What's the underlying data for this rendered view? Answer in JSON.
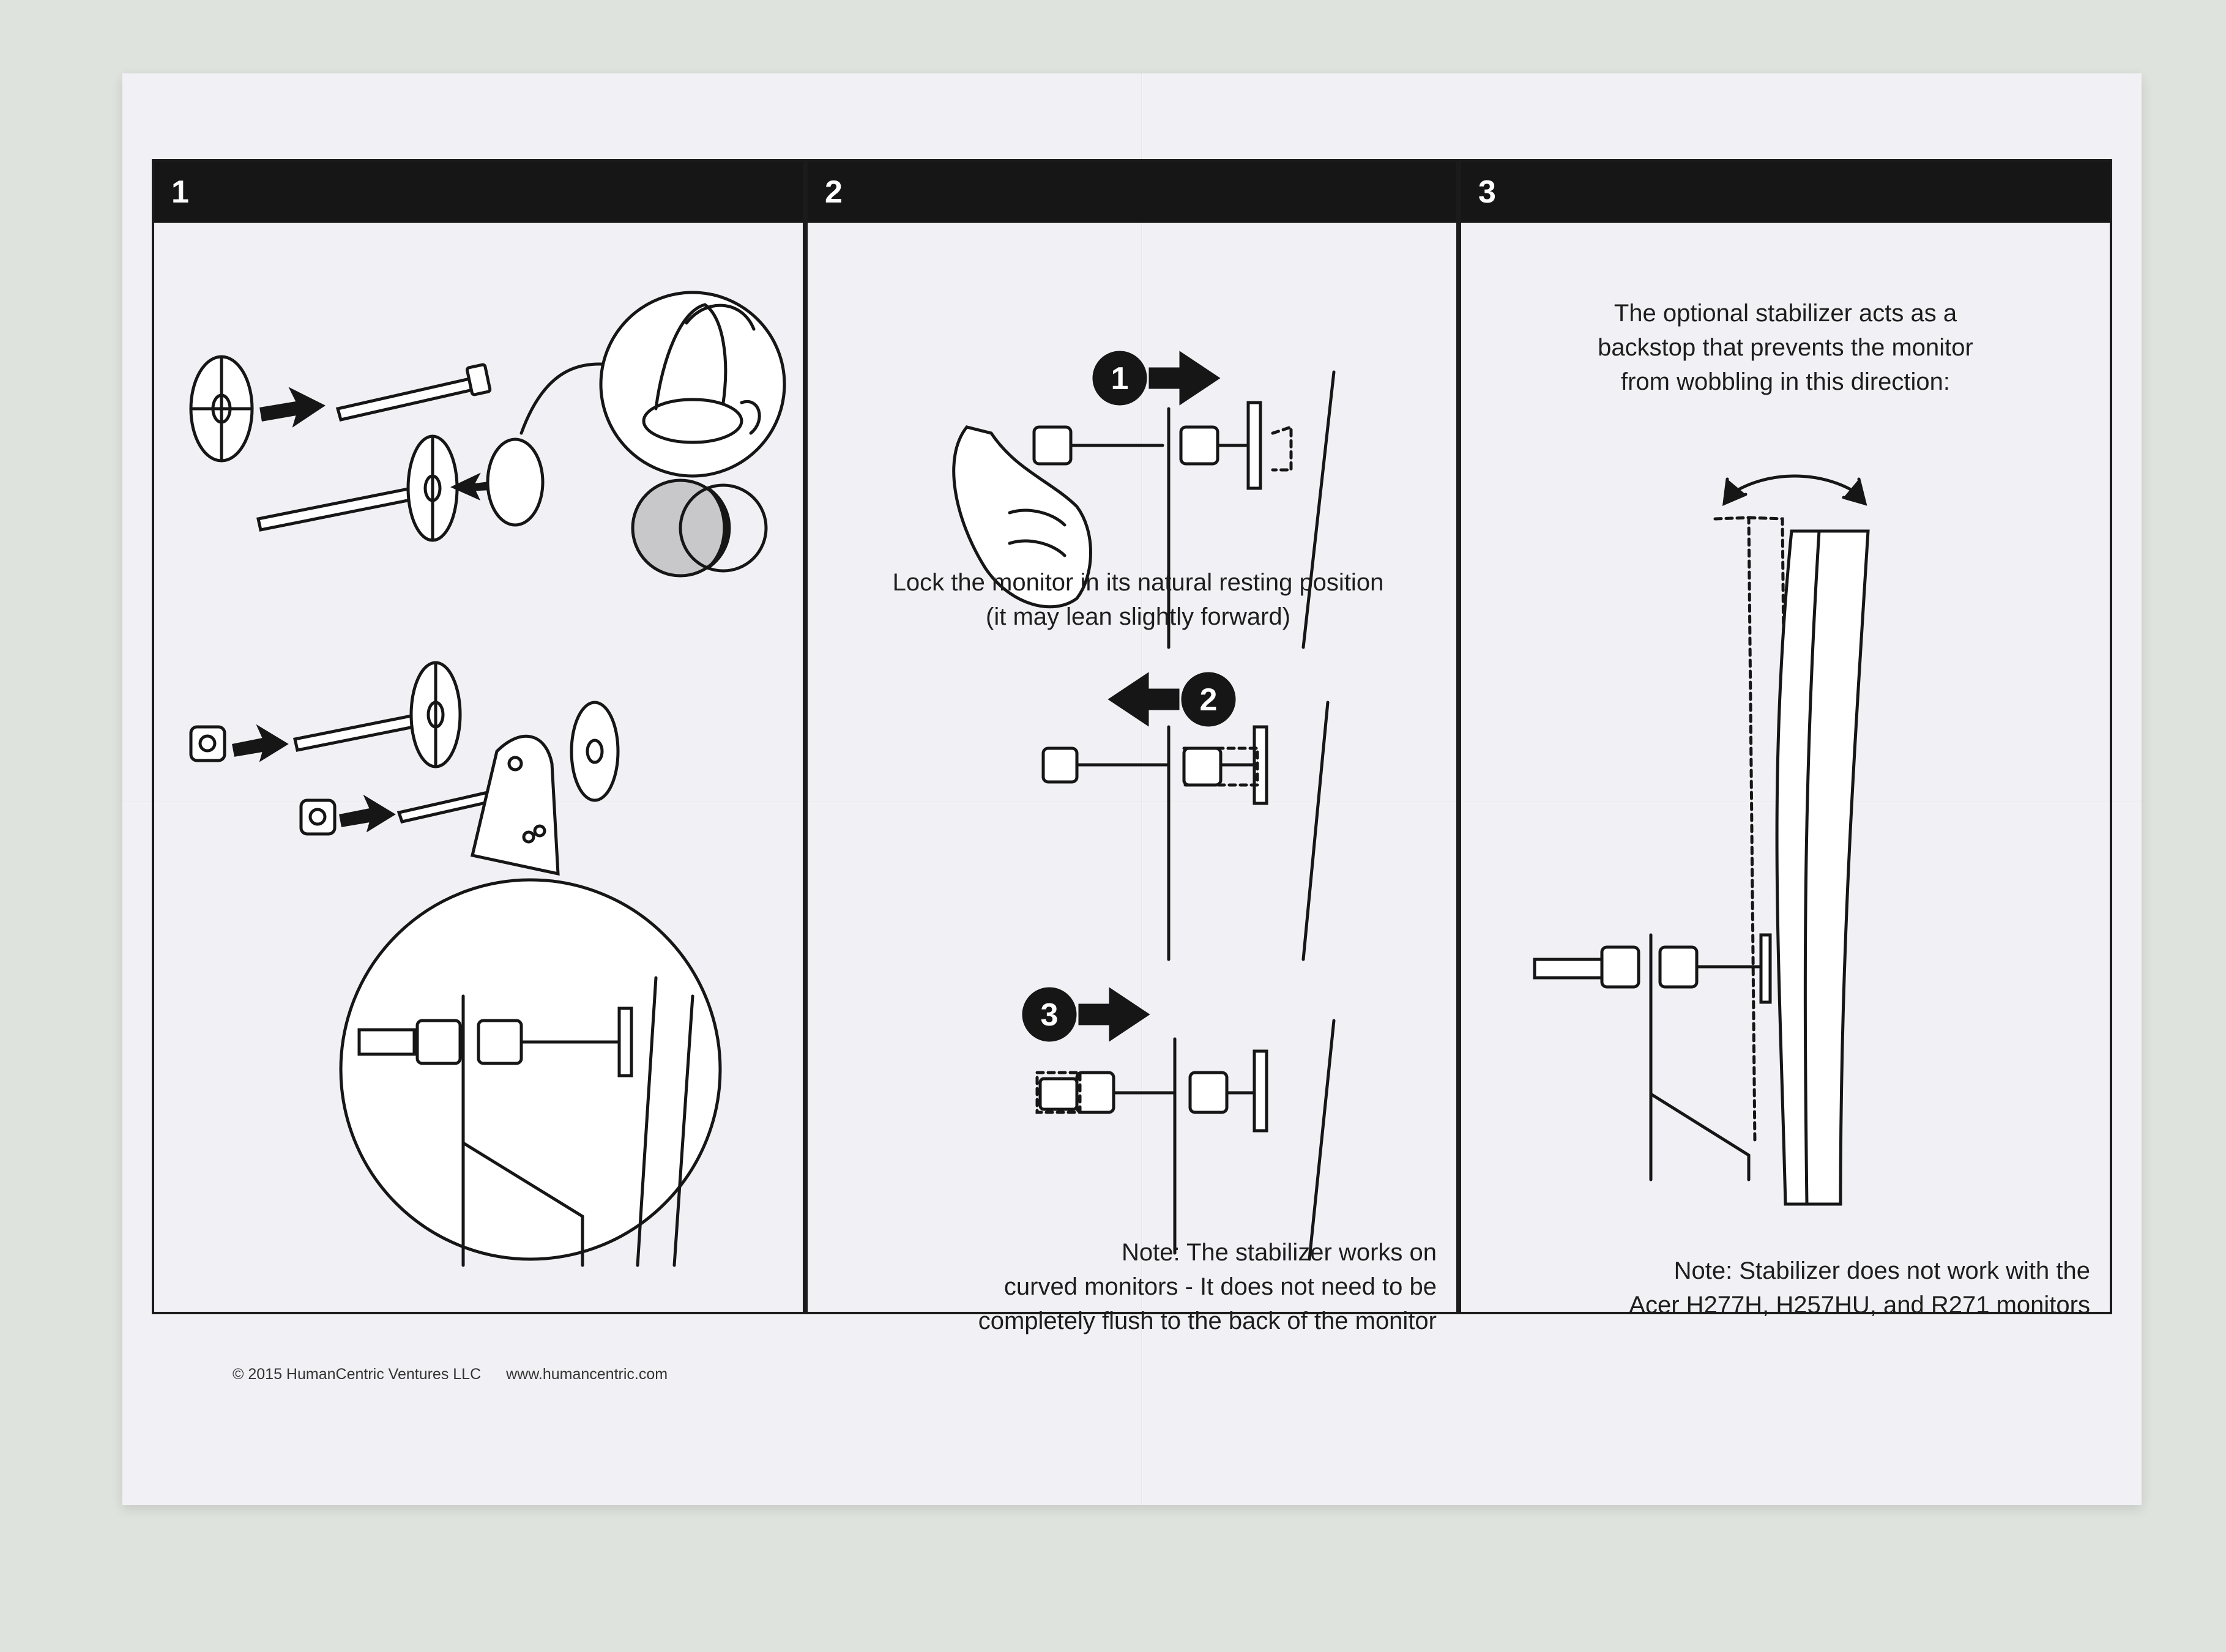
{
  "panels": [
    {
      "number": "1"
    },
    {
      "number": "2",
      "caption_main": "Lock the monitor in its natural resting position",
      "caption_sub": "(it may lean slightly forward)",
      "steps": [
        "1",
        "2",
        "3"
      ],
      "note_line1": "Note: The stabilizer works on",
      "note_line2": "curved monitors - It does not need to be",
      "note_line3": "completely flush to the back of the monitor"
    },
    {
      "number": "3",
      "caption_line1": "The optional stabilizer acts as a",
      "caption_line2": "backstop that prevents the monitor",
      "caption_line3": "from wobbling in this direction:",
      "note_line1": "Note: Stabilizer does not work with the",
      "note_line2": "Acer H277H, H257HU, and R271 monitors"
    }
  ],
  "footer": {
    "copyright": "© 2015 HumanCentric Ventures LLC",
    "website": "www.humancentric.com"
  },
  "colors": {
    "ink": "#161616",
    "paper": "#f1f1f5",
    "background": "#dfe3dd"
  }
}
